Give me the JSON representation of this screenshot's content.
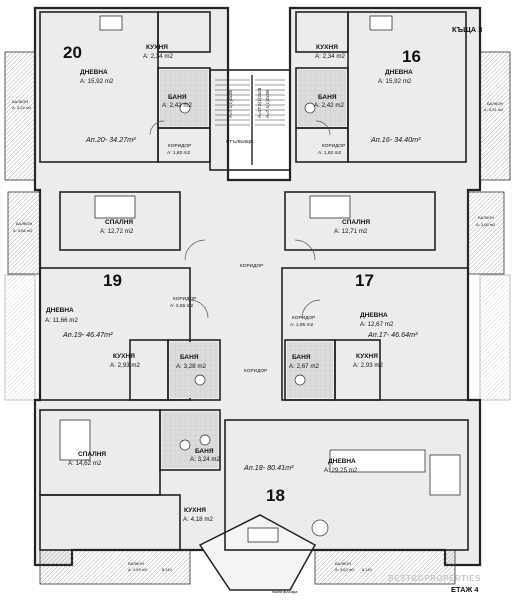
{
  "header": {
    "house": "КЪЩА 3",
    "floor": "ЕТАЖ 4",
    "watermark": "BESTBGPROPERTIES"
  },
  "common": {
    "stair": "СТЪЛБИЩЕ",
    "corridor1": "КОРИДОР",
    "corridor2": "КОРИДОР",
    "facade": "южна фасада"
  },
  "apartments": [
    {
      "number": "20",
      "total": "Ап.20- 34.27m²",
      "rooms": [
        {
          "name": "КУХНЯ",
          "area": "A: 2,34 m2"
        },
        {
          "name": "ДНЕВНА",
          "area": "A: 15,92 m2"
        },
        {
          "name": "БАНЯ",
          "area": "A: 2,42 m2"
        },
        {
          "name": "КОРИДОР",
          "area": "A: 1,82 m2"
        },
        {
          "name": "БАЛКОН",
          "area": "A: 3,24 m2"
        }
      ]
    },
    {
      "number": "16",
      "total": "Ап.16- 34.40m²",
      "rooms": [
        {
          "name": "КУХНЯ",
          "area": "A: 2,34 m2"
        },
        {
          "name": "ДНЕВНА",
          "area": "A: 15,92 m2"
        },
        {
          "name": "БАНЯ",
          "area": "A: 2,42 m2"
        },
        {
          "name": "КОРИДОР",
          "area": "A: 1,82 m2"
        },
        {
          "name": "БАЛКОН",
          "area": "A: 3,91 m2"
        }
      ]
    },
    {
      "number": "19",
      "total": "Ап.19- 46.47m²",
      "rooms": [
        {
          "name": "СПАЛНЯ",
          "area": "A: 12,72 m2"
        },
        {
          "name": "ДНЕВНА",
          "area": "A: 11,66 m2"
        },
        {
          "name": "КУХНЯ",
          "area": "A: 2,93 m2"
        },
        {
          "name": "БАНЯ",
          "area": "A: 3,28 m2"
        },
        {
          "name": "КОРИДОР",
          "area": "A: 2,55 m2"
        },
        {
          "name": "БАЛКОН",
          "area": "A: 3,66 m2"
        }
      ]
    },
    {
      "number": "17",
      "total": "Ап.17- 46.64m²",
      "rooms": [
        {
          "name": "СПАЛНЯ",
          "area": "A: 12,71 m2"
        },
        {
          "name": "ДНЕВНА",
          "area": "A: 12,67 m2"
        },
        {
          "name": "КУХНЯ",
          "area": "A: 2,93 m2"
        },
        {
          "name": "БАНЯ",
          "area": "A: 2,67 m2"
        },
        {
          "name": "КОРИДОР",
          "area": "A: 1,95 m2"
        },
        {
          "name": "БАЛКОН",
          "area": "A: 3,66 m2"
        }
      ]
    },
    {
      "number": "18",
      "total": "Ап.18- 80.41m²",
      "rooms": [
        {
          "name": "СПАЛНЯ",
          "area": "A: 14,62 m2"
        },
        {
          "name": "БАНЯ",
          "area": "A: 3,24 m2"
        },
        {
          "name": "ДНЕВНА",
          "area": "A: 29,25 m2"
        },
        {
          "name": "КУХНЯ",
          "area": "A: 4,18 m2"
        },
        {
          "name": "БАЛКОН",
          "area": "A: 3,63 m2"
        },
        {
          "name": "БАЛКОН",
          "area": "A: 3,63 m2"
        }
      ]
    }
  ],
  "dims": [
    "8.110",
    "8.110",
    "A=7.1(1)2x28",
    "A=17.5(1)2x28",
    "A=7.1(1)2x28"
  ]
}
